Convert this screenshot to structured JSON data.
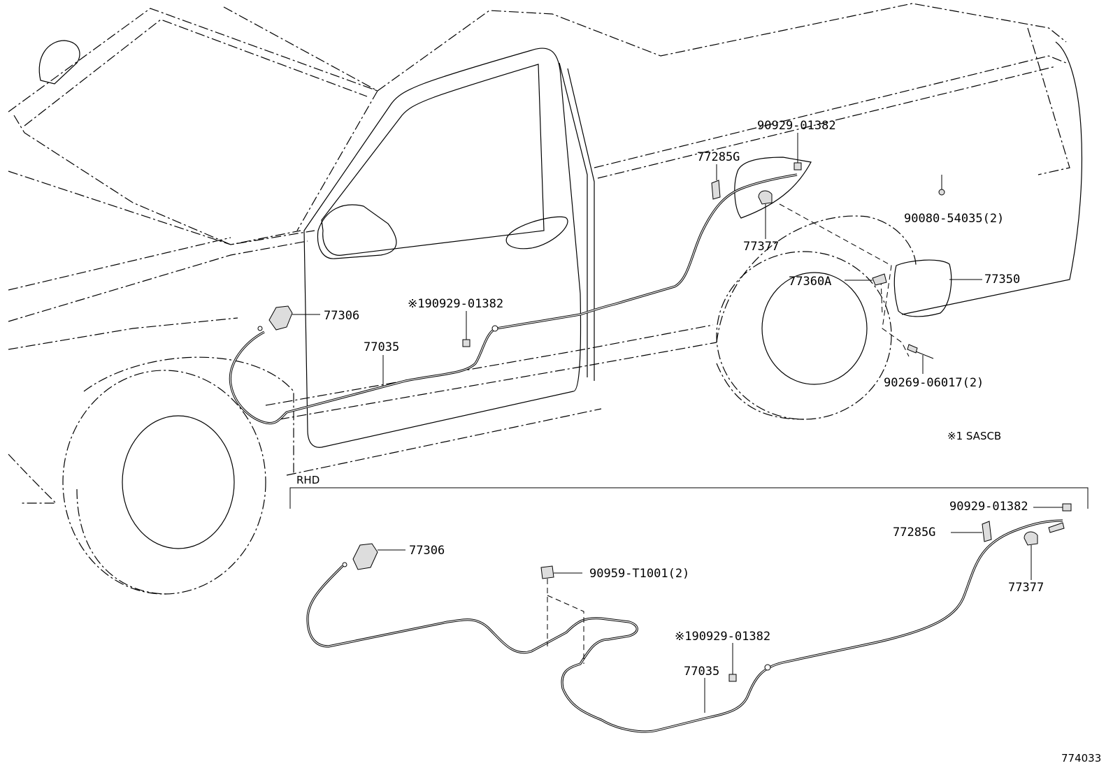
{
  "diagram": {
    "figure_number": "774033",
    "section_label": "RHD",
    "footnote": "※1 SASCB",
    "labels": {
      "p77306_top": "77306",
      "p77035_top": "77035",
      "p90929_star_top": "※190929-01382",
      "p90929_top": "90929-01382",
      "p77285G_top": "77285G",
      "p77377_top": "77377",
      "p90080": "90080-54035(2)",
      "p77360A": "77360A",
      "p77350": "77350",
      "p90269": "90269-06017(2)",
      "p77306_rhd": "77306",
      "p90959": "90959-T1001(2)",
      "p90929_rhd": "90929-01382",
      "p77285G_rhd": "77285G",
      "p77377_rhd": "77377",
      "p90929_star_rhd": "※190929-01382",
      "p77035_rhd": "77035"
    }
  }
}
